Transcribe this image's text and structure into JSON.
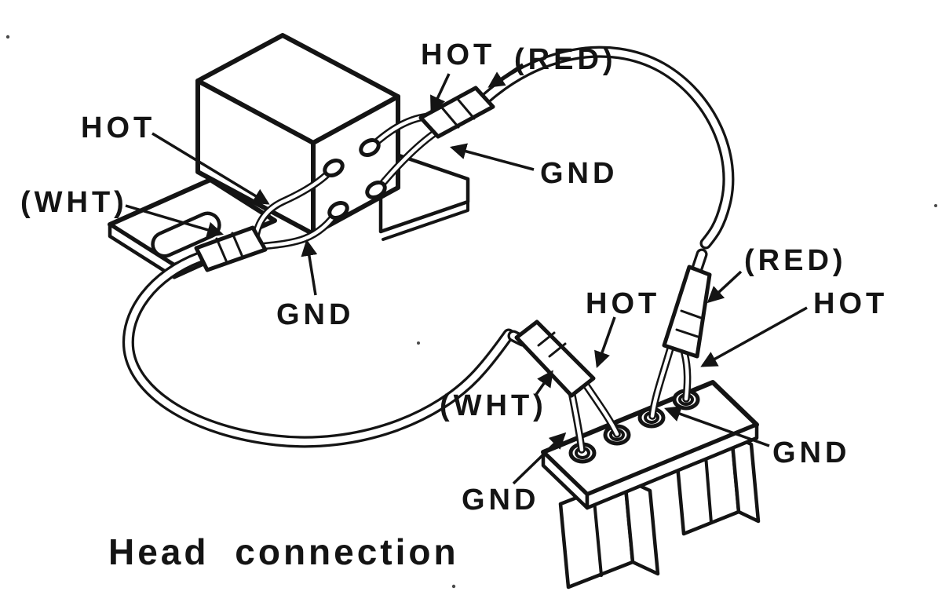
{
  "diagram": {
    "caption": "Head connection",
    "ink_color": "#141414",
    "background_color": "#ffffff",
    "head_labels": {
      "hot_top": "HOT",
      "red": "(RED)",
      "gnd_right": "GND",
      "hot_left": "HOT",
      "wht": "(WHT)",
      "gnd_bottom": "GND"
    },
    "connector_labels": {
      "red": "(RED)",
      "hot_right": "HOT",
      "hot_mid": "HOT",
      "wht": "(WHT)",
      "gnd_right": "GND",
      "gnd_left": "GND"
    }
  }
}
